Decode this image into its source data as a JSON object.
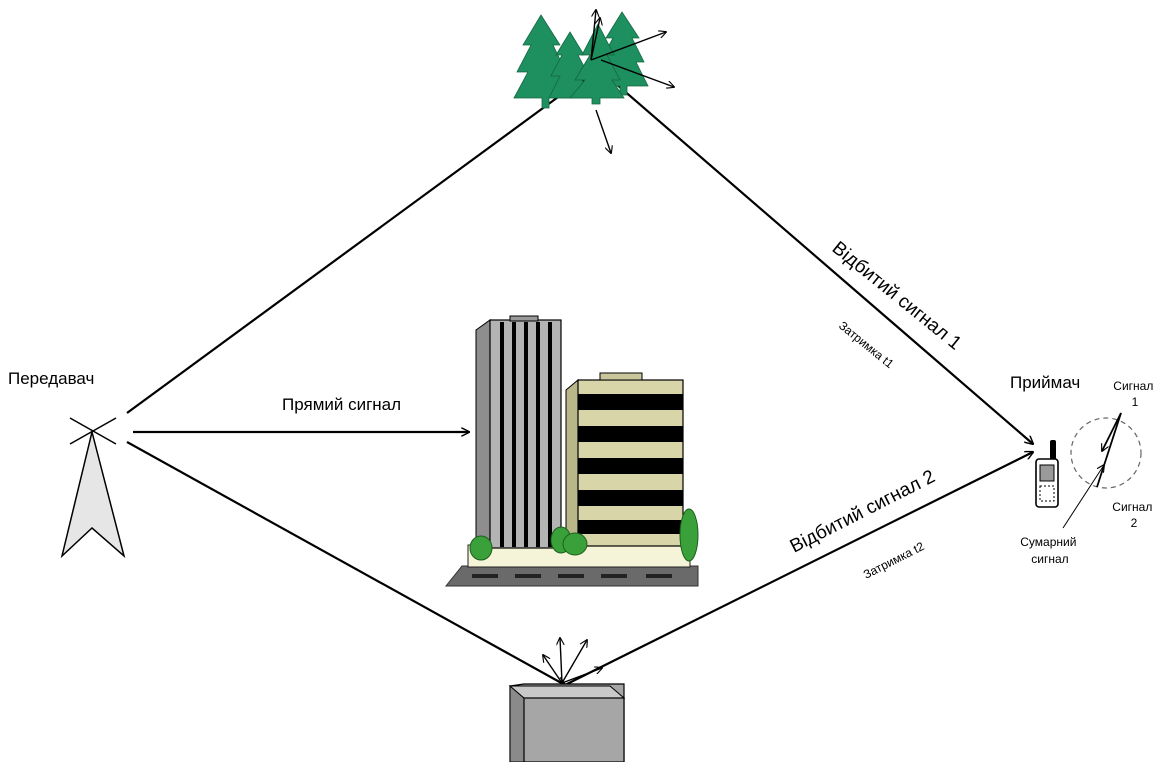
{
  "labels": {
    "transmitter": "Передавач",
    "receiver": "Приймач",
    "direct_signal": "Прямий сигнал",
    "reflected_signal_1": "Відбитий сигнал 1",
    "delay_1": "Затримка  t1",
    "reflected_signal_2": "Відбитий сигнал 2",
    "delay_2": "Затримка  t2",
    "signal_1_word": "Сигнал",
    "signal_1_num": "1",
    "signal_2_word": "Сигнал",
    "signal_2_num": "2",
    "sum_signal_line1": "Сумарний",
    "sum_signal_line2": "сигнал"
  },
  "colors": {
    "trees": "#1e8f5f",
    "building_tall": "#a8a8a8",
    "building_short": "#d8d6a8",
    "building_stripe": "#000000",
    "bushes": "#3aa13a",
    "road": "#6a6a6a",
    "box": "#a6a6a6"
  }
}
